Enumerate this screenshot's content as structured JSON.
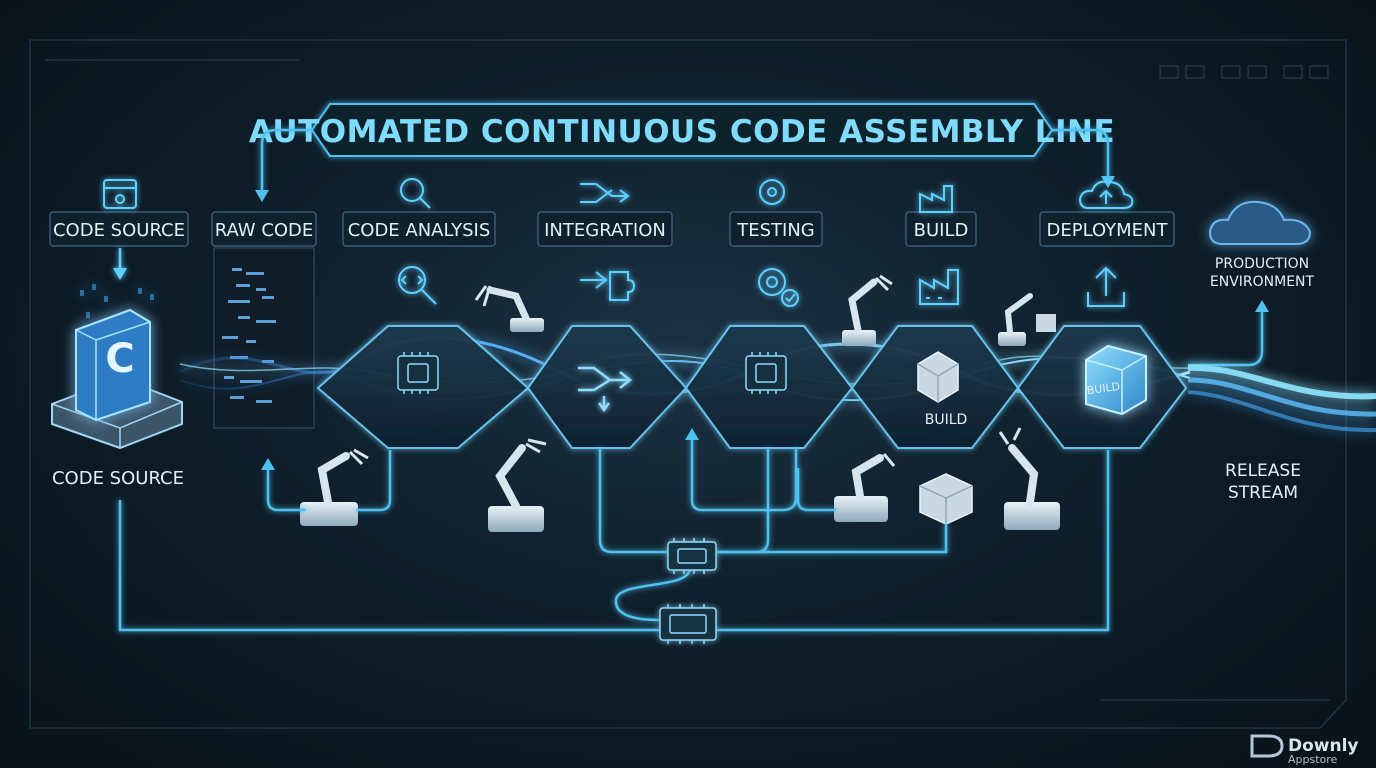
{
  "title": "AUTOMATED CONTINUOUS CODE ASSEMBLY LINE",
  "stages": [
    {
      "label": "CODE SOURCE",
      "icon": "box-icon"
    },
    {
      "label": "RAW CODE",
      "icon": "code-lines-icon"
    },
    {
      "label": "CODE ANALYSIS",
      "icon": "magnifier-code-icon"
    },
    {
      "label": "INTEGRATION",
      "icon": "merge-arrows-icon"
    },
    {
      "label": "TESTING",
      "icon": "gear-check-icon"
    },
    {
      "label": "BUILD",
      "icon": "factory-icon"
    },
    {
      "label": "DEPLOYMENT",
      "icon": "cloud-upload-icon"
    }
  ],
  "production": {
    "line1": "PRODUCTION",
    "line2": "ENVIRONMENT"
  },
  "code_source_base_label": "CODE SOURCE",
  "code_source_letter": "C",
  "release": {
    "line1": "RELEASE",
    "line2": "STREAM"
  },
  "build_box_label": "BUILD",
  "final_box_label": "BUILD",
  "watermark": {
    "line1": "Downly",
    "line2": "Appstore"
  },
  "colors": {
    "accent": "#5fd0ff",
    "line": "#3fa9e6",
    "panel": "#132532"
  }
}
